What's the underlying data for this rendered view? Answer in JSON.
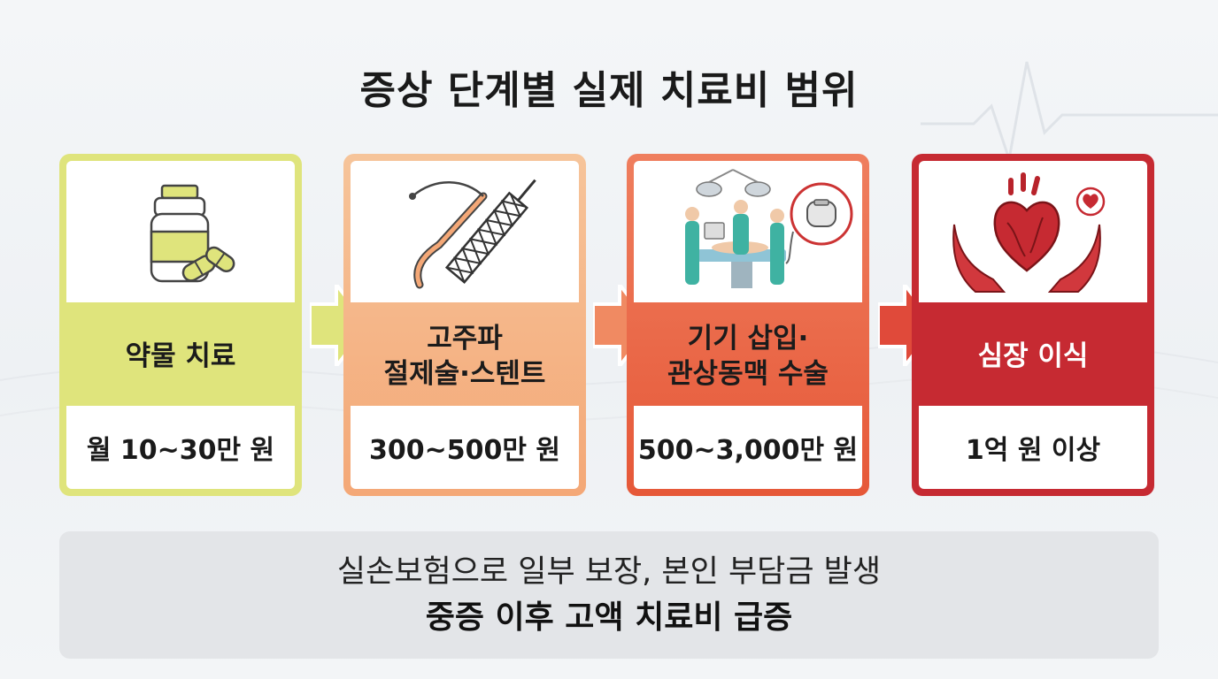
{
  "title": "증상 단계별 실제 치료비 범위",
  "stages": [
    {
      "label_lines": [
        "약물 치료"
      ],
      "cost": "월 10~30만 원",
      "icon": "medicine-bottle-icon"
    },
    {
      "label_lines": [
        "고주파",
        "절제술·스텐트"
      ],
      "cost": "300~500만 원",
      "icon": "catheter-stent-icon"
    },
    {
      "label_lines": [
        "기기 삽입·",
        "관상동맥 수술"
      ],
      "cost": "500~3,000만 원",
      "icon": "surgery-pacemaker-icon"
    },
    {
      "label_lines": [
        "심장 이식"
      ],
      "cost": "1억 원 이상",
      "icon": "heart-hands-icon"
    }
  ],
  "note": {
    "line1": "실손보험으로 일부 보장, 본인 부담금 발생",
    "line2": "중증 이후 고액 치료비 급증"
  },
  "colors": {
    "stage1": "#dfe47c",
    "stage2": "#f4a877",
    "stage3": "#e65838",
    "stage4": "#c62a32"
  }
}
